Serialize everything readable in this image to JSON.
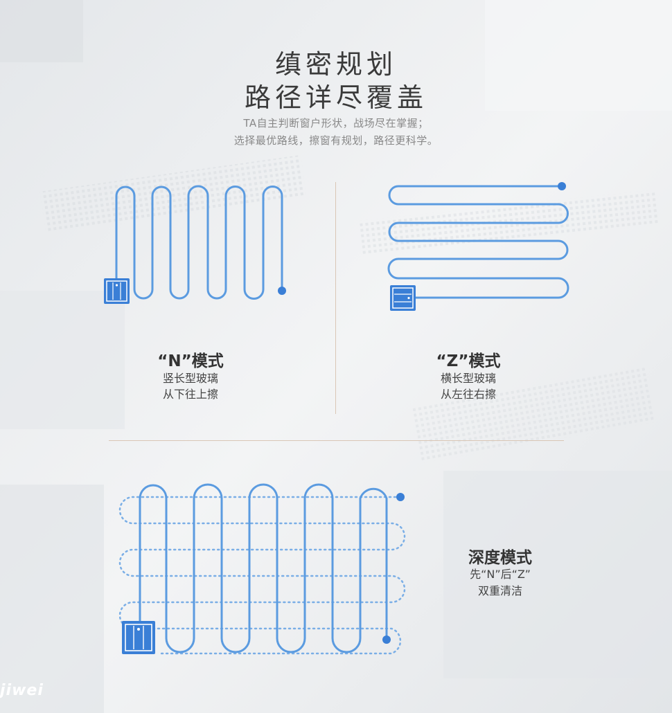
{
  "headline": {
    "line1": "缜密规划",
    "line2": "路径详尽覆盖"
  },
  "subtitle": {
    "line1": "TA自主判断窗户形状，战场尽在掌握；",
    "line2": "选择最优路线，擦窗有规划，路径更科学。"
  },
  "modes": {
    "n": {
      "title": "“N”模式",
      "desc1": "竖长型玻璃",
      "desc2": "从下往上擦"
    },
    "z": {
      "title": "“Z”模式",
      "desc1": "横长型玻璃",
      "desc2": "从左往右擦"
    },
    "deep": {
      "title": "深度模式",
      "desc1": "先“N”后“Z”",
      "desc2": "双重清洁"
    }
  },
  "brand": {
    "watermark": "jiwei"
  },
  "colors": {
    "path": "#5b9be0",
    "robot": "#3a7fd6",
    "divider": "#d9c6b5"
  }
}
